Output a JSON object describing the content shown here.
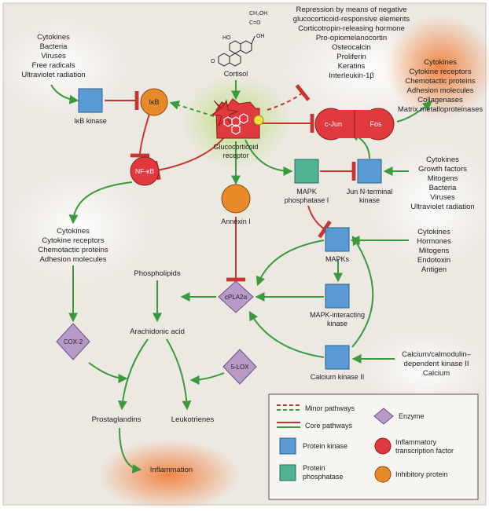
{
  "colors": {
    "green": "#3a9a3c",
    "red": "#c8352c",
    "protein_kinase": "#5b9bd5",
    "protein_phosphatase": "#4fb393",
    "inflammatory_tf": "#e0393e",
    "inhibitory_protein": "#e98a2a",
    "enzyme": "#b79ac8",
    "gr_star": "#e0393e",
    "background": "#ece8e2"
  },
  "cortisol": {
    "label": "Cortisol",
    "ch2oh": "CH₂OH",
    "co": "C=O",
    "ho": "HO",
    "oh": "OH",
    "o": "O"
  },
  "glucocorticoid_receptor": {
    "label_line1": "Glucocorticoid",
    "label_line2": "receptor"
  },
  "repression": {
    "lines": [
      "Repression by means of negative",
      "glucocorticoid-responsive elements",
      "Corticotropin-releasing hormone",
      "Pro-opiomelanocortin",
      "Osteocalcin",
      "Proliferin",
      "Keratins",
      "Interleukin-1β"
    ]
  },
  "stimuli_top_left": {
    "lines": [
      "Cytokines",
      "Bacteria",
      "Viruses",
      "Free radicals",
      "Ultraviolet radiation"
    ]
  },
  "ikb_kinase": {
    "label": "IκB kinase"
  },
  "ikb": {
    "label": "IκB"
  },
  "nfkb": {
    "label": "NF-κB"
  },
  "cjun": {
    "label": "c-Jun"
  },
  "fos": {
    "label": "Fos"
  },
  "ap1_outputs": {
    "lines": [
      "Cytokines",
      "Cytokine receptors",
      "Chemotactic proteins",
      "Adhesion molecules",
      "Collagenases",
      "Matrix metalloproteinases"
    ]
  },
  "nfkb_outputs": {
    "lines": [
      "Cytokines",
      "Cytokine receptors",
      "Chemotactic proteins",
      "Adhesion molecules"
    ]
  },
  "mapk_phosphatase": {
    "label_line1": "MAPK",
    "label_line2": "phosphatase I"
  },
  "jnk": {
    "label_line1": "Jun N-terminal",
    "label_line2": "kinase"
  },
  "jnk_stimuli": {
    "lines": [
      "Cytokines",
      "Growth factors",
      "Mitogens",
      "Bacteria",
      "Viruses",
      "Ultraviolet radiation"
    ]
  },
  "annexin": {
    "label": "Annexin I"
  },
  "mapks": {
    "label": "MAPKs"
  },
  "mapk_stimuli": {
    "lines": [
      "Cytokines",
      "Hormones",
      "Mitogens",
      "Endotoxin",
      "Antigen"
    ]
  },
  "cpla2": {
    "label": "cPLA2α"
  },
  "mapk_interacting_kinase": {
    "label_line1": "MAPK-interacting",
    "label_line2": "kinase"
  },
  "calcium_kinase": {
    "label": "Calcium kinase II"
  },
  "calcium_stimuli": {
    "lines": [
      "Calcium/calmodulin–",
      "dependent kinase II",
      "Calcium"
    ]
  },
  "phospholipids": {
    "label": "Phospholipids"
  },
  "arachidonic_acid": {
    "label": "Arachidonic acid"
  },
  "cox2": {
    "label": "COX-2"
  },
  "lox5": {
    "label": "5-LOX"
  },
  "prostaglandins": {
    "label": "Prostaglandins"
  },
  "leukotrienes": {
    "label": "Leukotrienes"
  },
  "inflammation": {
    "label": "Inflammation"
  },
  "legend": {
    "minor_pathways": "Minor pathways",
    "core_pathways": "Core pathways",
    "enzyme": "Enzyme",
    "protein_kinase": "Protein kinase",
    "inflammatory_tf_line1": "Inflammatory",
    "inflammatory_tf_line2": "transcription factor",
    "protein_phosphatase_line1": "Protein",
    "protein_phosphatase_line2": "phosphatase",
    "inhibitory_protein": "Inhibitory protein"
  }
}
